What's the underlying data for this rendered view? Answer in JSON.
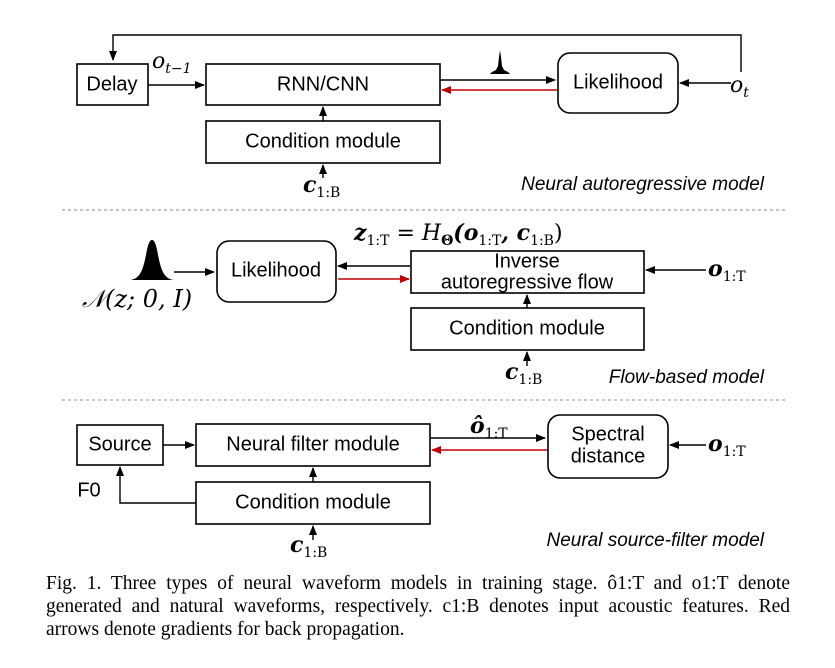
{
  "panel1": {
    "delay": "Delay",
    "rnn": "RNN/CNN",
    "likelihood": "Likelihood",
    "condition": "Condition module",
    "o_prev": "o",
    "o_prev_sub": "t−1",
    "o_t": "o",
    "o_t_sub": "t",
    "c": "c",
    "c_sub": "1:B",
    "label": "Neural autoregressive model"
  },
  "panel2": {
    "equation": "z",
    "equation_sub": "1:T",
    "equation_rest": " = H",
    "equation_theta": "Θ",
    "equation_args": "(o",
    "equation_args_sub1": "1:T",
    "equation_args_mid": ", c",
    "equation_args_sub2": "1:B",
    "equation_close": ")",
    "normal": "𝒩(z; 0, I)",
    "likelihood": "Likelihood",
    "flow_line1": "Inverse",
    "flow_line2": "autoregressive flow",
    "condition": "Condition module",
    "o": "o",
    "o_sub": "1:T",
    "c": "c",
    "c_sub": "1:B",
    "label": "Flow-based model"
  },
  "panel3": {
    "source": "Source",
    "filter": "Neural filter module",
    "spectral_line1": "Spectral",
    "spectral_line2": "distance",
    "condition": "Condition module",
    "f0": "F0",
    "ohat": "ô",
    "ohat_sub": "1:T",
    "o": "o",
    "o_sub": "1:T",
    "c": "c",
    "c_sub": "1:B",
    "label": "Neural source-filter model"
  },
  "caption": {
    "text": "Fig. 1.  Three types of neural waveform models in training stage. ô1:T and o1:T denote generated and natural waveforms, respectively. c1:B denotes input acoustic features. Red arrows denote gradients for back propagation."
  },
  "colors": {
    "gradient_arrow": "#c00000",
    "box_stroke": "#000000"
  }
}
